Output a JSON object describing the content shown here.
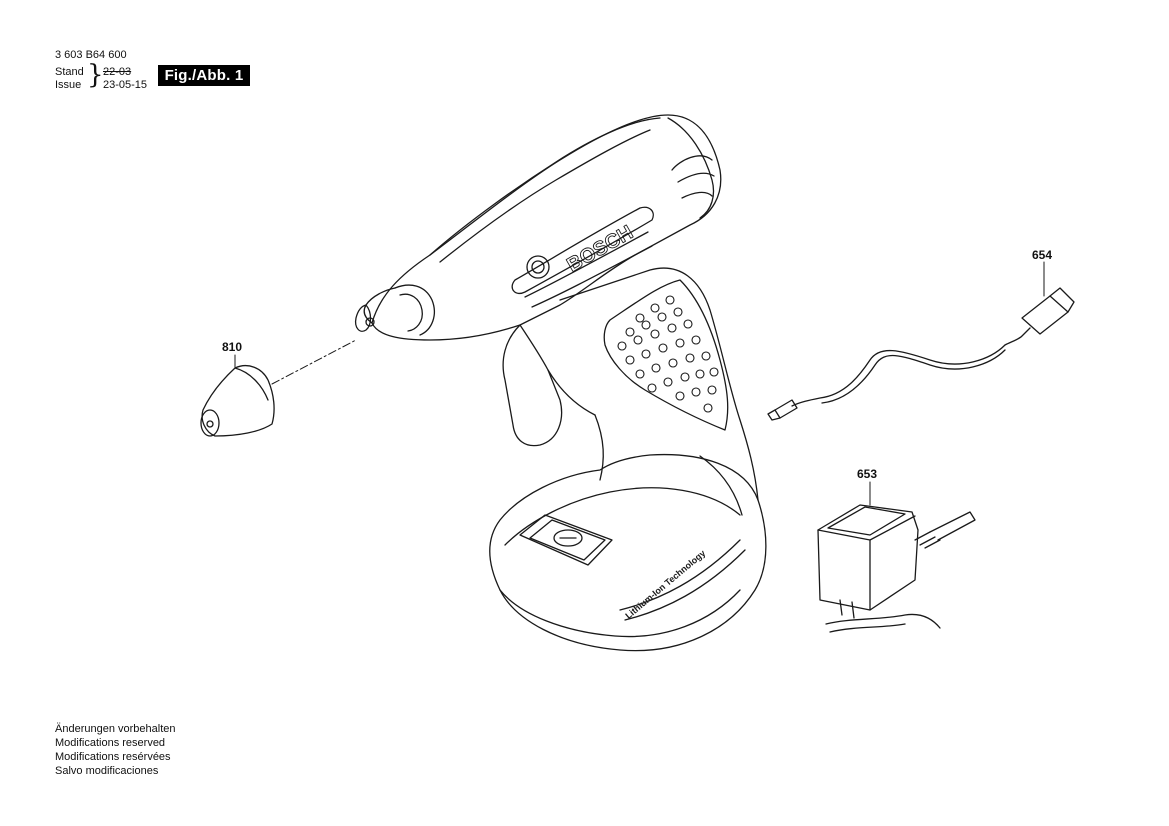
{
  "header": {
    "doc_number": "3 603 B64 600",
    "stand_label": "Stand",
    "issue_label": "Issue",
    "stand_date": "22-03",
    "issue_date": "23-05-15",
    "figure_label": "Fig./Abb. 1"
  },
  "tool": {
    "brand": "BOSCH",
    "battery_label": "Lithium-Ion Technology"
  },
  "callouts": {
    "nozzle": "810",
    "usb_cable": "654",
    "charger": "653"
  },
  "footer": {
    "lines": [
      "Änderungen vorbehalten",
      "Modifications reserved",
      "Modifications resérvées",
      "Salvo modificaciones"
    ]
  }
}
